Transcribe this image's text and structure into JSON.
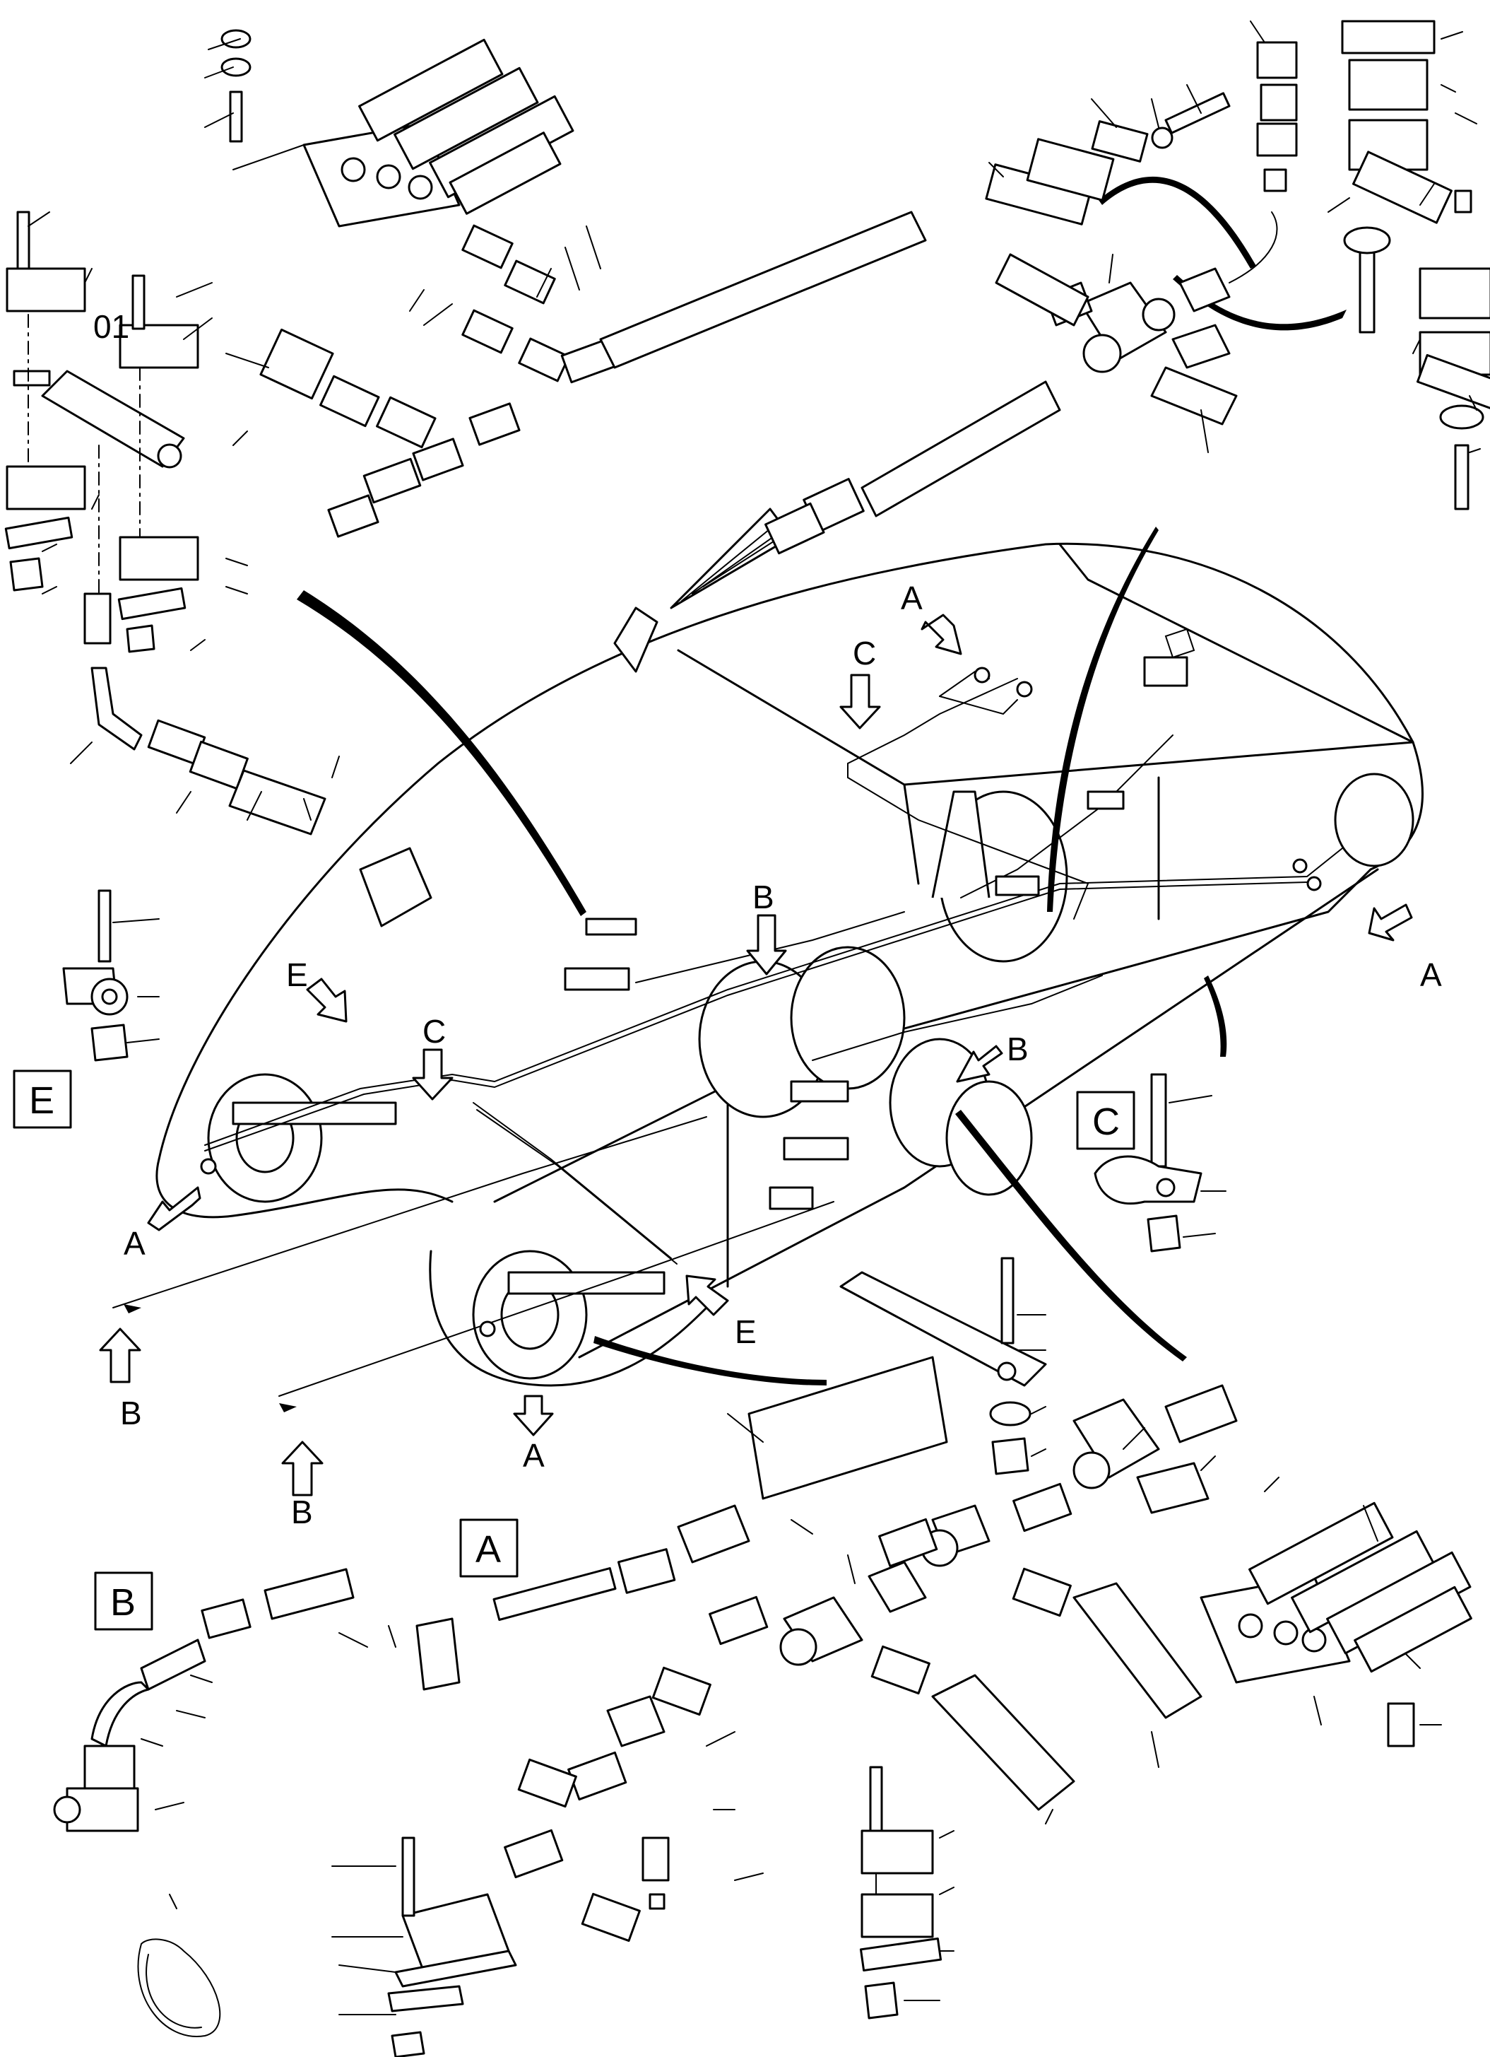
{
  "diagram": {
    "part_number_label": "01",
    "view_labels": {
      "a": "A",
      "b": "B",
      "c": "C",
      "e": "E"
    },
    "detail_box_labels": {
      "a": "A",
      "b": "B",
      "c": "C",
      "e": "E"
    }
  }
}
